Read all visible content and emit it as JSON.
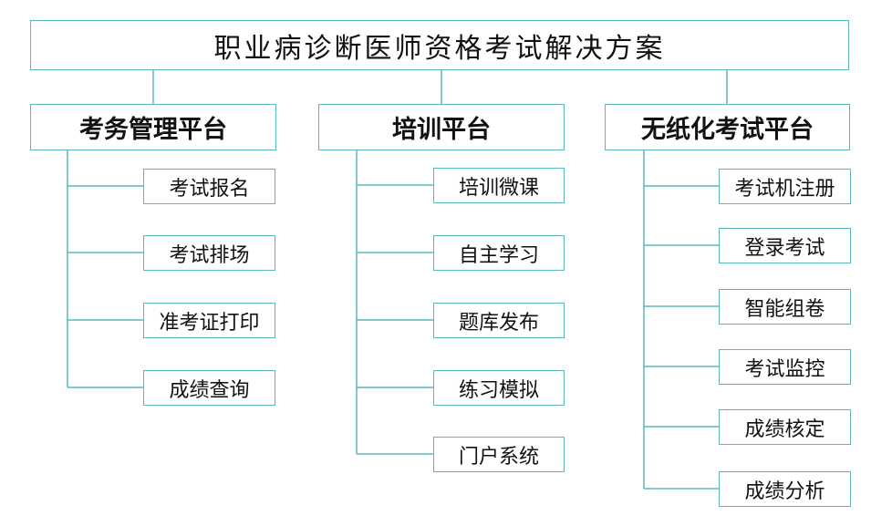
{
  "title": "职业病诊断医师资格考试解决方案",
  "line_color": "#5cb8bd",
  "categories": [
    {
      "label": "考务管理平台",
      "items": [
        "考试报名",
        "考试排场",
        "准考证打印",
        "成绩查询"
      ]
    },
    {
      "label": "培训平台",
      "items": [
        "培训微课",
        "自主学习",
        "题库发布",
        "练习模拟",
        "门户系统"
      ]
    },
    {
      "label": "无纸化考试平台",
      "items": [
        "考试机注册",
        "登录考试",
        "智能组卷",
        "考试监控",
        "成绩核定",
        "成绩分析"
      ]
    }
  ]
}
